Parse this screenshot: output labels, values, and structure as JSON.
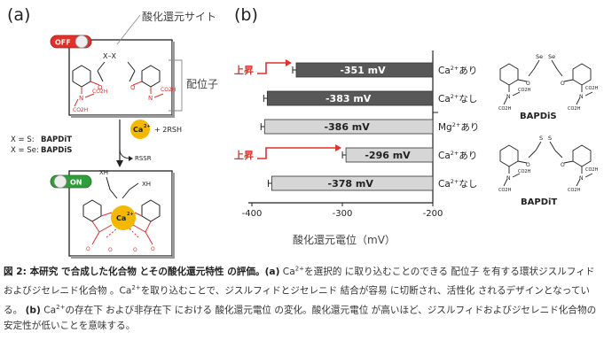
{
  "panel_a": {
    "label": "(a)",
    "redox_site_label": "酸化還元サイト",
    "ligand_label": "配位子",
    "switch_off_label": "OFF",
    "switch_on_label": "ON",
    "ca_label": "Ca",
    "ca_charge": "2+",
    "reagent_label": "+ 2RSH",
    "byproduct_label": "RSSR",
    "x_s_prefix": "X = S:",
    "x_s_name": "BAPDiT",
    "x_se_prefix": "X = Se:",
    "x_se_name": "BAPDiS",
    "struct_x_top": "X–X",
    "struct_xh_left": "XH",
    "struct_xh_right": "XH",
    "struct_n": "N",
    "struct_o": "O",
    "struct_co2h": "CO2H"
  },
  "panel_b": {
    "label": "(b)",
    "xlabel": "酸化還元電位（mV）",
    "rise_label": "上昇",
    "bapdis_name": "BAPDiS",
    "bapdit_name": "BAPDiT",
    "se_label": "Se",
    "s_label": "S"
  },
  "chart_data": {
    "type": "bar",
    "orientation": "horizontal",
    "xlabel": "酸化還元電位（mV）",
    "xlim": [
      -400,
      -200
    ],
    "xticks": [
      "-400",
      "-300",
      "-200"
    ],
    "categories": [
      "Ca²⁺あり",
      "Ca²⁺なし",
      "Mg²⁺あり",
      "Ca²⁺あり",
      "Ca²⁺なし"
    ],
    "cat_main": [
      "Ca",
      "Ca",
      "Mg",
      "Ca",
      "Ca"
    ],
    "cat_sup": [
      "2+",
      "2+",
      "2+",
      "2+",
      "2+"
    ],
    "cat_tail": [
      "あり",
      "なし",
      "あり",
      "あり",
      "なし"
    ],
    "values": [
      -351,
      -383,
      -386,
      -296,
      -378
    ],
    "value_labels": [
      "-351 mV",
      "-383 mV",
      "-386 mV",
      "-296 mV",
      "-378 mV"
    ],
    "groups": [
      "BAPDiS",
      "BAPDiS",
      "BAPDiT",
      "BAPDiT",
      "BAPDiT"
    ],
    "bar_colors": [
      "#585858",
      "#585858",
      "#d6d6d6",
      "#d6d6d6",
      "#d6d6d6"
    ],
    "label_colors": [
      "#ffffff",
      "#ffffff",
      "#222222",
      "#222222",
      "#222222"
    ],
    "rise_marked": [
      true,
      false,
      false,
      true,
      false
    ]
  },
  "caption": {
    "head": "図 2:  本研究 で合成した化合物 とその酸化還元特性  の評価。",
    "a_mark": "(a)",
    "a_text_1": "Ca",
    "a_sup": "2+",
    "a_text_2": "を選択的 に取り込むことのできる 配位子 を有する環状ジスルフィドおよびジセレニド化合物 。Ca",
    "a_sup_2": "2+",
    "a_text_3": "を取り込むことで、ジスルフィドとジセレニド  結合が容易 に切断され、活性化 されるデザインとなっている。",
    "b_mark": "(b)",
    "b_text_1": "Ca",
    "b_sup": "2+",
    "b_text_2": "の存在下 および非存在下 における 酸化還元電位  の変化。酸化還元電位  が高いほど、ジスルフィドおよびジセレニド化合物の安定性が低いことを意味する。"
  },
  "colors": {
    "accent_red": "#e0302a",
    "dark_bar": "#585858",
    "light_bar": "#d6d6d6",
    "on_green": "#2f9e3a",
    "calcium": "#f5b800"
  }
}
